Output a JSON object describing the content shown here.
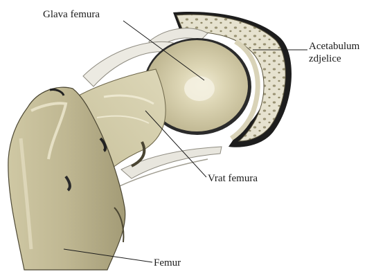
{
  "labels": {
    "head": "Glava femura",
    "acetabulum_line1": "Acetabulum",
    "acetabulum_line2": "zdjelice",
    "neck": "Vrat femura",
    "femur": "Femur"
  }
}
